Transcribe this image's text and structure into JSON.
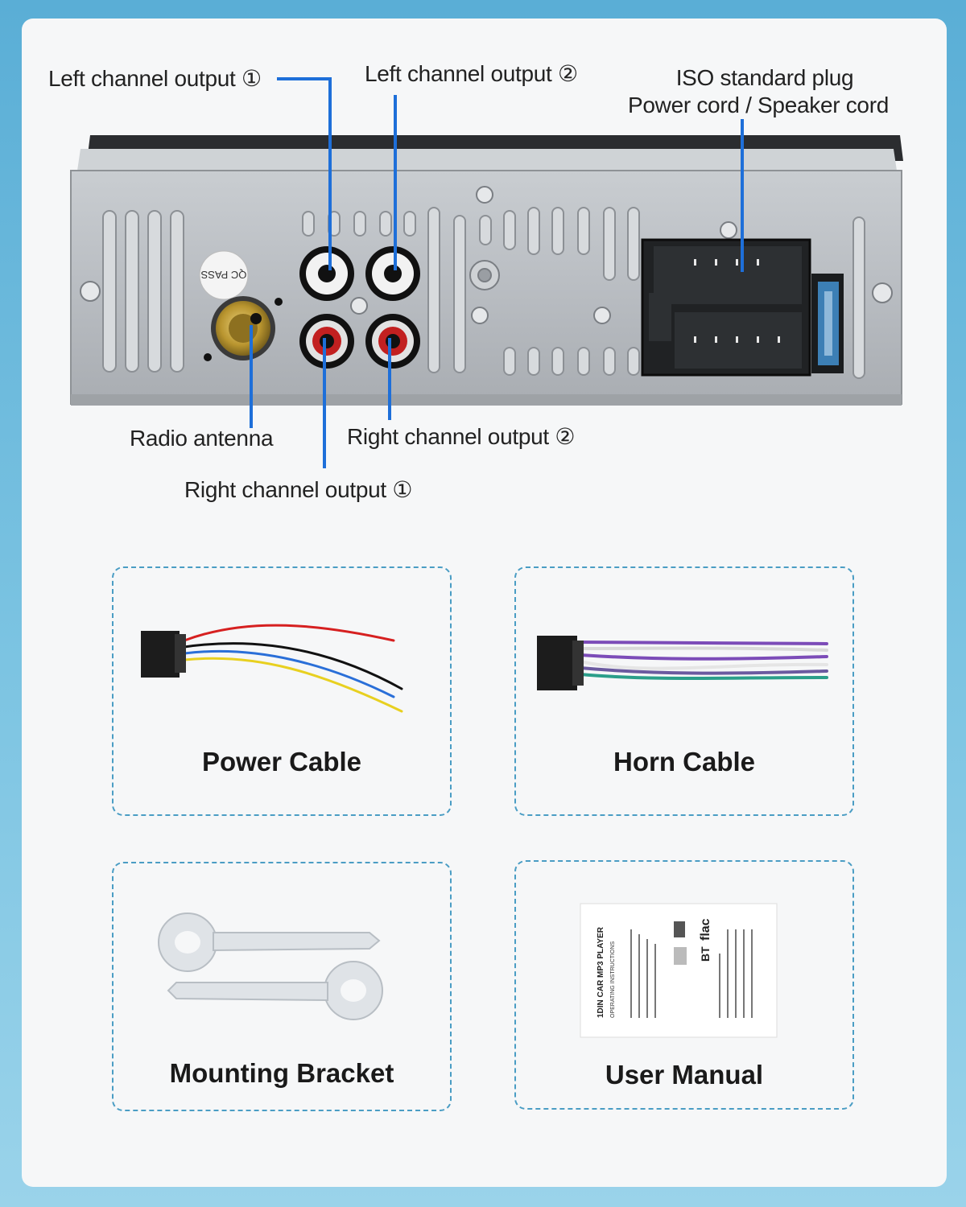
{
  "labels": {
    "left_out_1": "Left channel output ①",
    "left_out_2": "Left channel output ②",
    "iso_line1": "ISO standard plug",
    "iso_line2": "Power cord / Speaker cord",
    "radio_antenna": "Radio antenna",
    "right_out_2": "Right channel output ②",
    "right_out_1": "Right channel output ①"
  },
  "unit_stamp": "QC PASS",
  "accessories": [
    {
      "title": "Power Cable",
      "icon": "power-cable-illustration"
    },
    {
      "title": "Horn Cable",
      "icon": "horn-cable-illustration"
    },
    {
      "title": "Mounting Bracket",
      "icon": "mounting-key-illustration"
    },
    {
      "title": "User Manual",
      "icon": "user-manual-illustration"
    }
  ],
  "manual": {
    "title": "1DIN CAR MP3 PLAYER",
    "subtitle": "OPERATING INSTRUCTIONS",
    "badge_bt": "BT",
    "badge_flac": "flac"
  },
  "colors": {
    "pointer": "#1e6fd9",
    "frame_dash": "#4a9dc4",
    "background_top": "#5aaed6",
    "card": "#f6f7f8"
  }
}
